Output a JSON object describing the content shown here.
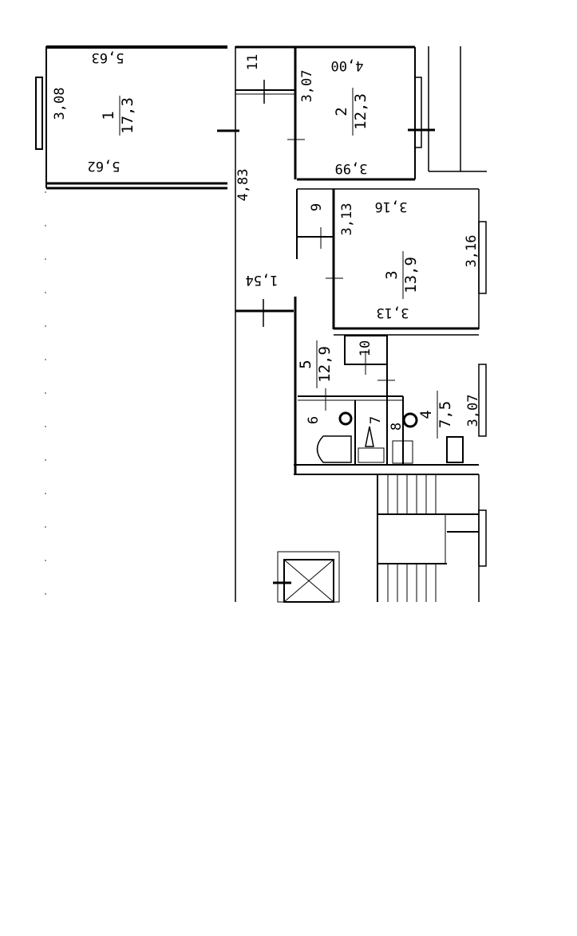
{
  "rooms": [
    {
      "number": "1",
      "area": "17,3"
    },
    {
      "number": "2",
      "area": "12,3"
    },
    {
      "number": "3",
      "area": "13,9"
    },
    {
      "number": "4",
      "area": "7,5"
    },
    {
      "number": "5",
      "area": "12,9"
    },
    {
      "number": "6"
    },
    {
      "number": "7"
    },
    {
      "number": "8"
    },
    {
      "number": "9"
    },
    {
      "number": "10"
    },
    {
      "number": "11"
    }
  ],
  "dimensions": {
    "room1_top": "5,63",
    "room1_bottom": "5,62",
    "room1_side": "3,08",
    "room2_top": "4,00",
    "room2_bottom": "3,99",
    "room2_side": "3,07",
    "room3_top": "3,16",
    "room3_bottom": "3,13",
    "room3_left": "3,13",
    "room3_right": "3,16",
    "corridor_length": "4,83",
    "corridor_width": "1,54",
    "room4_side": "3,07"
  },
  "colors": {
    "line": "#000000",
    "background": "#ffffff"
  }
}
